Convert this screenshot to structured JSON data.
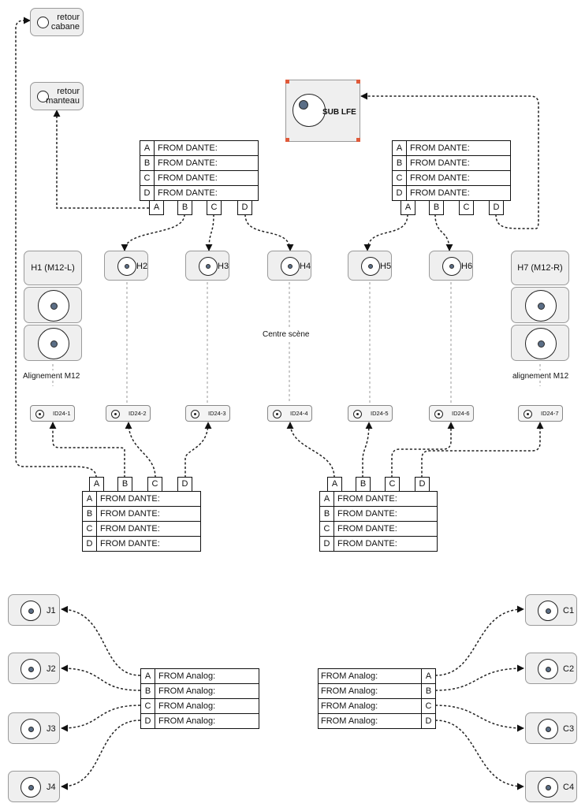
{
  "returns": {
    "cabane": "retour\ncabane",
    "manteau": "retour\nmanteau"
  },
  "sub": {
    "label": "SUB LFE"
  },
  "headers": {
    "h1": "H1 (M12-L)",
    "h2": "H2",
    "h3": "H3",
    "h4": "H4",
    "h5": "H5",
    "h6": "H6",
    "h7": "H7 (M12-R)"
  },
  "annotations": {
    "align_left": "Alignement M12",
    "align_right": "alignement M12",
    "centre": "Centre  scène"
  },
  "id24": [
    "ID24-1",
    "ID24-2",
    "ID24-3",
    "ID24-4",
    "ID24-5",
    "ID24-6",
    "ID24-7"
  ],
  "channel_letters": [
    "A",
    "B",
    "C",
    "D"
  ],
  "dante_label": "FROM DANTE:",
  "analog_label": "FROM Analog:",
  "bottom_speakers": {
    "left": [
      "J1",
      "J2",
      "J3",
      "J4"
    ],
    "right": [
      "C1",
      "C2",
      "C3",
      "C4"
    ]
  },
  "colors": {
    "speaker_fill": "#efefef",
    "cone_center": "#5b6e86",
    "sub_corner": "#e05a3a"
  }
}
